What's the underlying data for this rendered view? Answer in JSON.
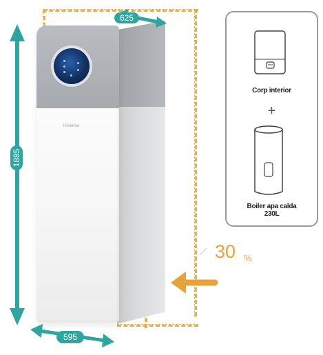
{
  "product": {
    "brand_logo": "Hisense"
  },
  "dimensions": {
    "height_label": "1885",
    "width_label": "625",
    "depth_label": "595"
  },
  "efficiency": {
    "value": "30",
    "unit": "%"
  },
  "callout": {
    "indoor_unit_label": "Corp interior",
    "plus": "+",
    "boiler_label_line1": "Boiler apa calda",
    "boiler_label_line2": "230L"
  },
  "colors": {
    "dimension_accent": "#2fa5a0",
    "efficiency_accent": "#e8a23a",
    "dashed_outline": "#e3b24e",
    "callout_border": "#9a9a9a"
  },
  "icons": {
    "indoor_unit": "indoor-unit-icon",
    "boiler_tank": "boiler-tank-icon",
    "airflow_arrow": "orange-arrow-icon"
  }
}
